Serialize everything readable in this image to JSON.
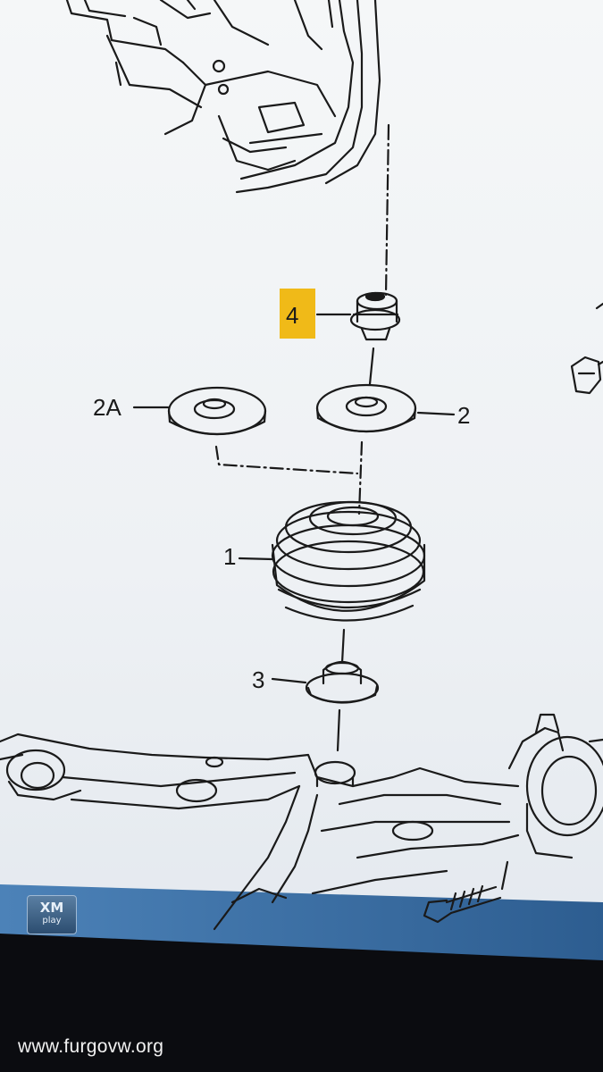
{
  "diagram": {
    "callouts": [
      {
        "id": "4",
        "label": "4",
        "highlighted": true
      },
      {
        "id": "2A",
        "label": "2A"
      },
      {
        "id": "2",
        "label": "2"
      },
      {
        "id": "1",
        "label": "1"
      },
      {
        "id": "3",
        "label": "3"
      }
    ],
    "highlight_color": "#f0b400",
    "line_color": "#1a1a1a",
    "paper_color": "#f3f5f7"
  },
  "taskbar": {
    "app_icon": {
      "name": "xmplay-icon",
      "title": "XM",
      "subtitle": "play"
    },
    "color": "#3a6ea5"
  },
  "watermark": "www.furgovw.org"
}
